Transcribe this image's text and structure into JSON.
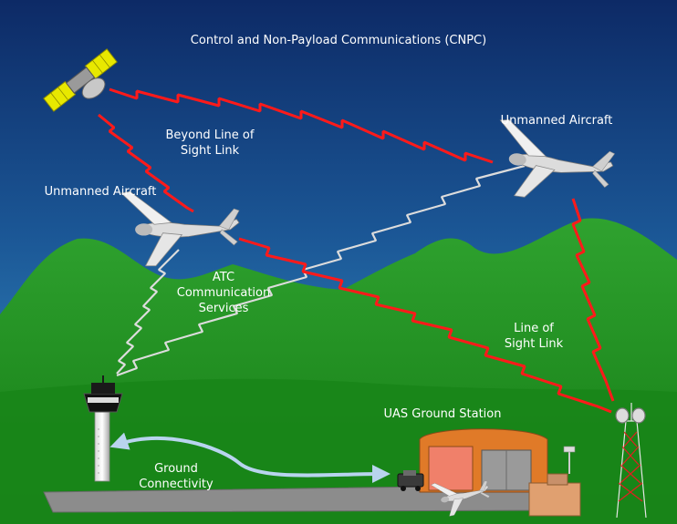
{
  "labels": {
    "title": "Control and Non-Payload Communications (CNPC)",
    "aircraft_right": "Unmanned Aircraft",
    "aircraft_left": "Unmanned Aircraft",
    "blos_line1": "Beyond Line of",
    "blos_line2": "Sight Link",
    "atc_line1": "ATC",
    "atc_line2": "Communication",
    "atc_line3": "Services",
    "los_line1": "Line of",
    "los_line2": "Sight Link",
    "ground_station": "UAS Ground Station",
    "ground_conn_line1": "Ground",
    "ground_conn_line2": "Connectivity"
  },
  "colors": {
    "sky_top": "#0d2a66",
    "sky_bottom": "#2f8ac0",
    "mountain": "#2a9a2a",
    "ground": "#1c8a1c",
    "runway": "#8a8a8a",
    "cnpc_link": "#ff1a1a",
    "atc_link": "#d8d8d8",
    "ground_link": "#b8d4ee",
    "building": "#e07a28",
    "satellite_panel": "#e8e800"
  },
  "icons": [
    "satellite-icon",
    "drone-icon",
    "control-tower-icon",
    "radio-tower-icon",
    "ground-station-building-icon",
    "vehicle-icon"
  ]
}
